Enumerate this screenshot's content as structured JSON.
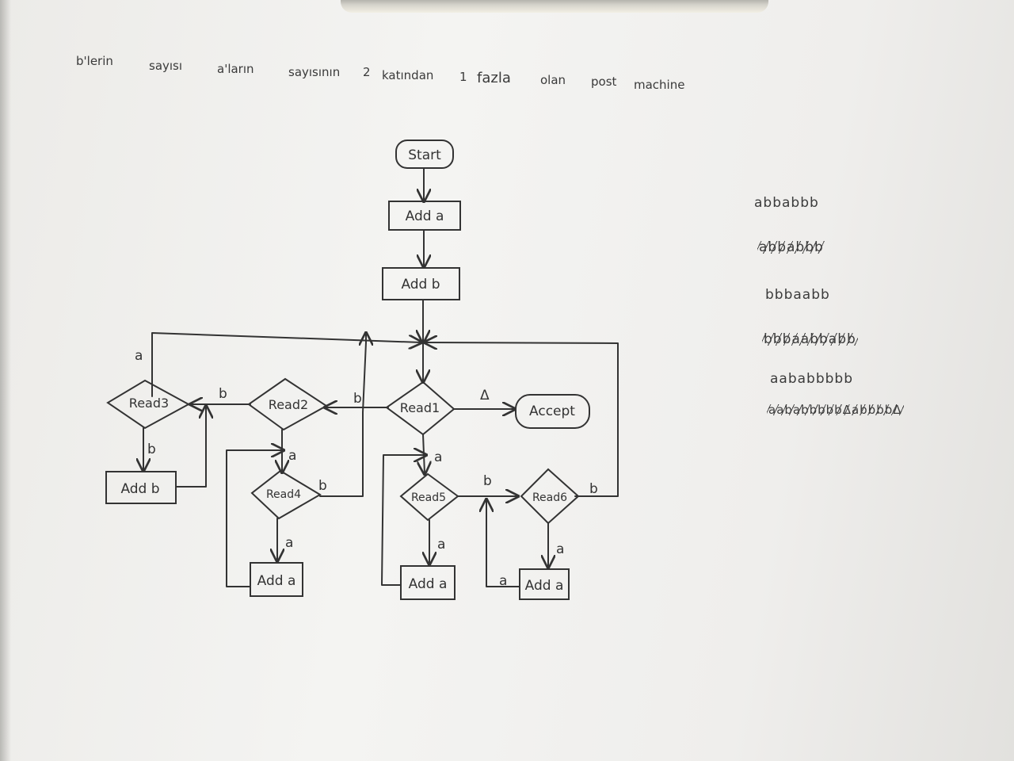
{
  "title_words": [
    "b'lerin",
    "sayısı",
    "a'ların",
    "sayısının",
    "2",
    "katından",
    "1",
    "fazla",
    "olan",
    "post",
    "machine"
  ],
  "nodes": {
    "start": "Start",
    "add_a_top": "Add a",
    "add_b_top": "Add b",
    "read1": "Read1",
    "read2": "Read2",
    "read3": "Read3",
    "read4": "Read4",
    "read5": "Read5",
    "read6": "Read6",
    "accept": "Accept",
    "add_b_left": "Add b",
    "add_a_4": "Add a",
    "add_a_5": "Add a",
    "add_a_6": "Add a"
  },
  "edge_labels": {
    "read1_accept": "Δ",
    "read1_read2": "b",
    "read1_read5": "a",
    "read2_read3": "b",
    "read2_read4": "a",
    "read3_loop": "a",
    "read3_addb": "b",
    "read4_adda": "a",
    "read4_back": "b",
    "read5_read6": "b",
    "read5_adda": "a",
    "read6_back": "b",
    "read6_adda": "a",
    "adda6_loop": "a"
  },
  "notes": {
    "line1": "abbabbb",
    "line2": "abbabbb",
    "line3": "bbbaabb",
    "line4": "bbbaabbabb",
    "line5": "aababbbbb",
    "line6": "aababbbbbΔabbbbΔ"
  }
}
